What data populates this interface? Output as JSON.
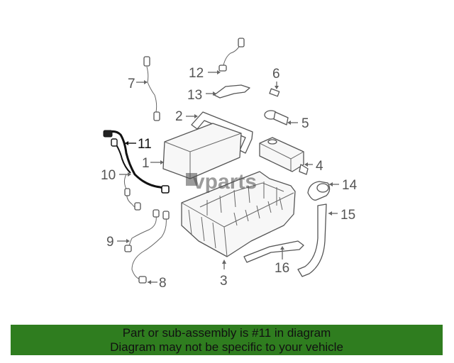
{
  "callouts": {
    "c1": "1",
    "c2": "2",
    "c3": "3",
    "c4": "4",
    "c5": "5",
    "c6": "6",
    "c7": "7",
    "c8": "8",
    "c9": "9",
    "c10": "10",
    "c11": "11",
    "c12": "12",
    "c13": "13",
    "c14": "14",
    "c15": "15",
    "c16": "16"
  },
  "watermark": "vparts",
  "banner": {
    "line1": "Part or sub-assembly is #11 in diagram",
    "line2": "Diagram may not be specific to your vehicle"
  },
  "colors": {
    "banner_bg": "#2f7d1f",
    "highlight_part": "#111111",
    "line_art": "#555555"
  }
}
